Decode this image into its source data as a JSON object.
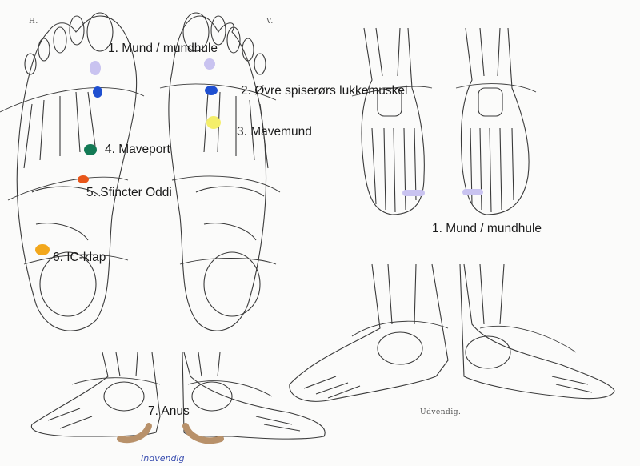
{
  "corner_labels": {
    "left_foot": "H.",
    "right_foot": "V."
  },
  "labels": [
    {
      "id": "mouth",
      "text": "1. Mund / mundhule"
    },
    {
      "id": "upper-esophageal",
      "text": "2. Øvre spiserørs lukkemuskel"
    },
    {
      "id": "cardia",
      "text": "3. Mavemund"
    },
    {
      "id": "pylorus",
      "text": "4. Maveport"
    },
    {
      "id": "sphincter-oddi",
      "text": "5. Sfincter Oddi"
    },
    {
      "id": "ic-valve",
      "text": "6. IC-klap"
    },
    {
      "id": "mouth-dorsal",
      "text": "1. Mund / mundhule"
    },
    {
      "id": "anus",
      "text": "7. Anus"
    }
  ],
  "captions": {
    "outer": "Udvendig.",
    "inner": "Indvendig"
  },
  "colors": {
    "lavender": "#c9c3f0",
    "blue": "#1f4fd0",
    "yellow": "#f4ee6a",
    "green": "#137a55",
    "orange_red": "#e8561a",
    "orange": "#f2a71c",
    "tan": "#b8916a"
  }
}
